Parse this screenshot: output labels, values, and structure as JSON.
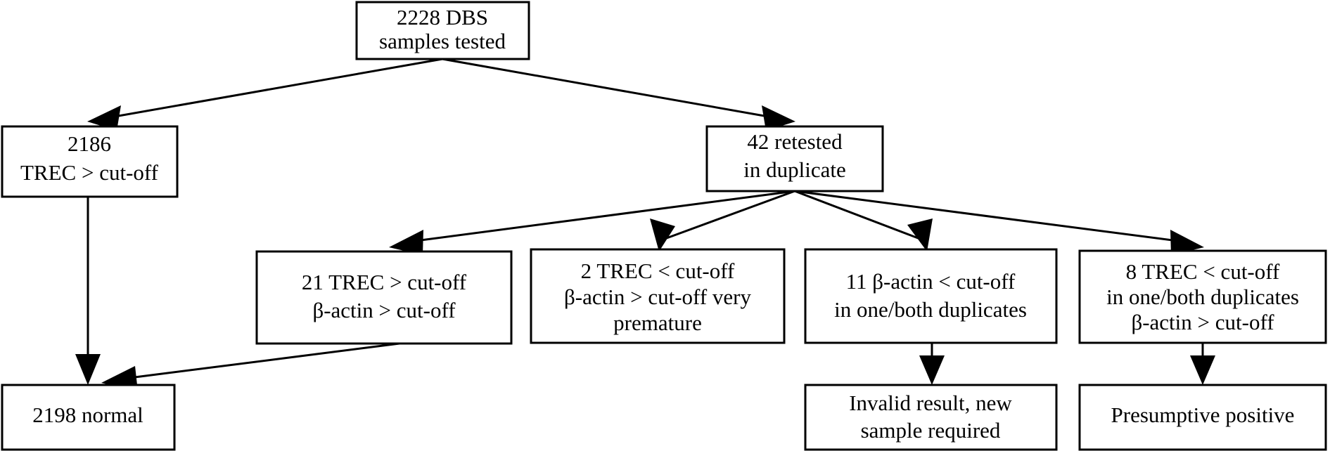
{
  "diagram": {
    "title": "TREC newborn screening DBS sample testing flowchart",
    "colors": {
      "background": "#ffffff",
      "box_fill": "#ffffff",
      "box_stroke": "#000000",
      "arrow": "#000000",
      "text": "#000000"
    },
    "nodes": {
      "dbs_tested": {
        "id": "dbs-tested",
        "line1": "2228 DBS",
        "line2": "samples tested"
      },
      "trec_above": {
        "id": "trec-above-cutoff",
        "line1": "2186",
        "line2": "TREC > cut-off"
      },
      "retested": {
        "id": "retested-in-duplicate",
        "line1": "42 retested",
        "line2": "in duplicate"
      },
      "r3_box1": {
        "id": "trec21-above",
        "line1": "21 TREC > cut-off",
        "line2": "β-actin > cut-off"
      },
      "r3_box2": {
        "id": "trec2-below-premature",
        "line1": "2 TREC < cut-off",
        "line2": "β-actin > cut-off very",
        "line3": "premature"
      },
      "r3_box3": {
        "id": "bactin11-below",
        "line1": "11 β-actin < cut-off",
        "line2": "in one/both duplicates"
      },
      "r3_box4": {
        "id": "trec8-below",
        "line1": "8 TREC < cut-off",
        "line2": "in one/both duplicates",
        "line3": "β-actin > cut-off"
      },
      "normal": {
        "id": "normal-result",
        "line1": "2198 normal"
      },
      "invalid": {
        "id": "invalid-result",
        "line1": "Invalid result, new",
        "line2": "sample required"
      },
      "presumptive": {
        "id": "presumptive-positive",
        "line1": "Presumptive positive"
      }
    },
    "edges": [
      {
        "from": "dbs_tested",
        "to": "trec_above"
      },
      {
        "from": "dbs_tested",
        "to": "retested"
      },
      {
        "from": "trec_above",
        "to": "normal"
      },
      {
        "from": "retested",
        "to": "r3_box1"
      },
      {
        "from": "retested",
        "to": "r3_box2"
      },
      {
        "from": "retested",
        "to": "r3_box3"
      },
      {
        "from": "retested",
        "to": "r3_box4"
      },
      {
        "from": "r3_box1",
        "to": "normal"
      },
      {
        "from": "r3_box3",
        "to": "invalid"
      },
      {
        "from": "r3_box4",
        "to": "presumptive"
      }
    ]
  },
  "chart_data": {
    "type": "diagram",
    "title": "TREC newborn screening DBS sample testing flowchart",
    "counts": {
      "total_dbs_samples_tested": 2228,
      "trec_above_cutoff": 2186,
      "retested_in_duplicate": 42,
      "trec21_above_cutoff_bactin_above": 21,
      "trec2_below_cutoff_bactin_above_very_premature": 2,
      "bactin11_below_cutoff_one_or_both_duplicates": 11,
      "trec8_below_cutoff_one_or_both_duplicates_bactin_above": 8,
      "normal": 2198
    }
  }
}
